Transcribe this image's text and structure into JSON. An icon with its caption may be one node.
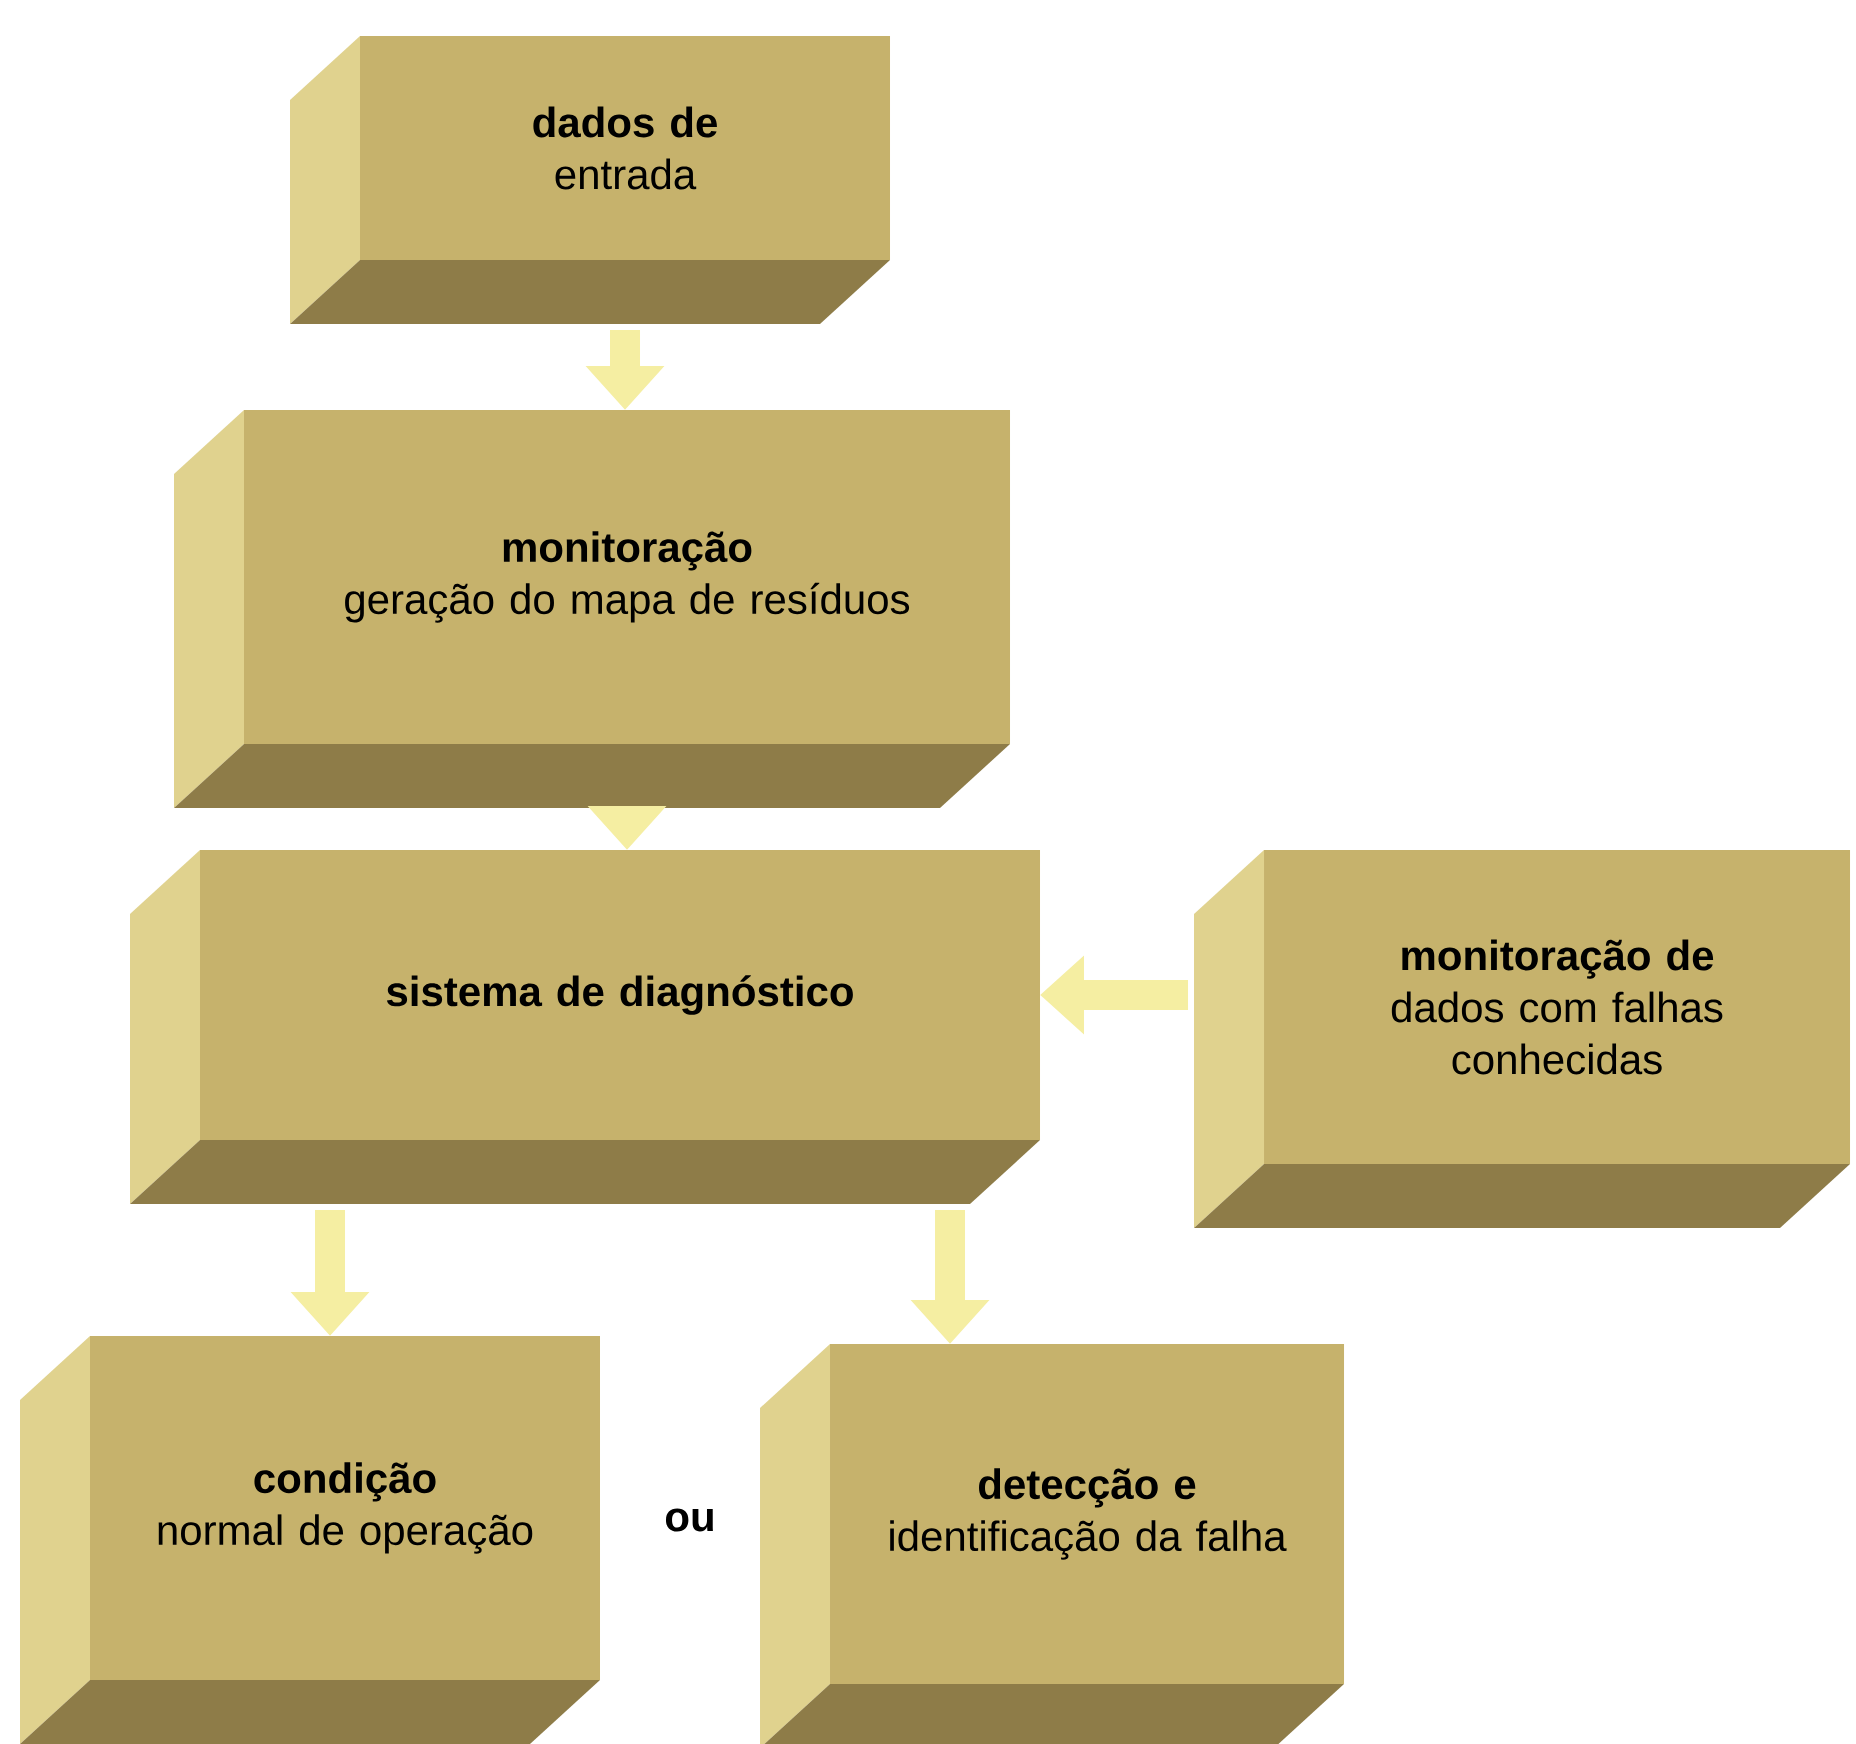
{
  "diagram": {
    "nodes": [
      {
        "text": [
          "dados de",
          "entrada"
        ]
      },
      {
        "text": [
          "monitoração",
          "geração do mapa de resíduos"
        ]
      },
      {
        "text": [
          "sistema de diagnóstico"
        ]
      },
      {
        "text": [
          "monitoração de",
          "dados com falhas conhecidas"
        ]
      },
      {
        "text": [
          "condição",
          "normal de operação"
        ]
      },
      {
        "text": [
          "detecção e",
          "identificação da falha"
        ]
      }
    ],
    "edges": [
      {
        "from": 0,
        "to": 1,
        "arrow": "to"
      },
      {
        "from": 1,
        "to": 2,
        "arrow": "to"
      },
      {
        "from": 3,
        "to": 2,
        "arrow": "to"
      },
      {
        "from": 2,
        "to": 4,
        "arrow": "to"
      },
      {
        "from": 2,
        "to": 5,
        "arrow": "to"
      }
    ],
    "labels": [
      "ou"
    ]
  }
}
